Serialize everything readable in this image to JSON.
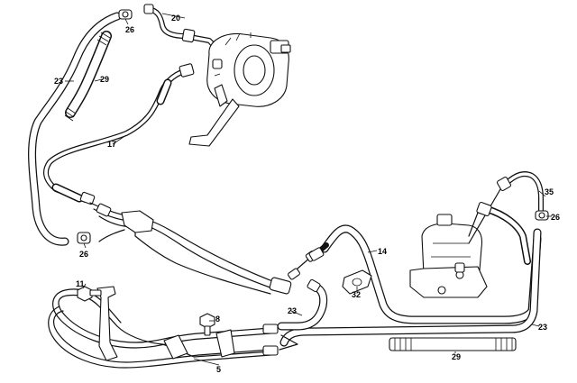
{
  "callouts": {
    "c20": "20",
    "c26_top": "26",
    "c23_left": "23",
    "c29_left": "29",
    "c17": "17",
    "c26_left": "26",
    "c11": "11",
    "c8": "8",
    "c23_mid": "23",
    "c5": "5",
    "c32": "32",
    "c14": "14",
    "c35": "35",
    "c26_right": "26",
    "c23_right": "23",
    "c29_bottom": "29"
  }
}
